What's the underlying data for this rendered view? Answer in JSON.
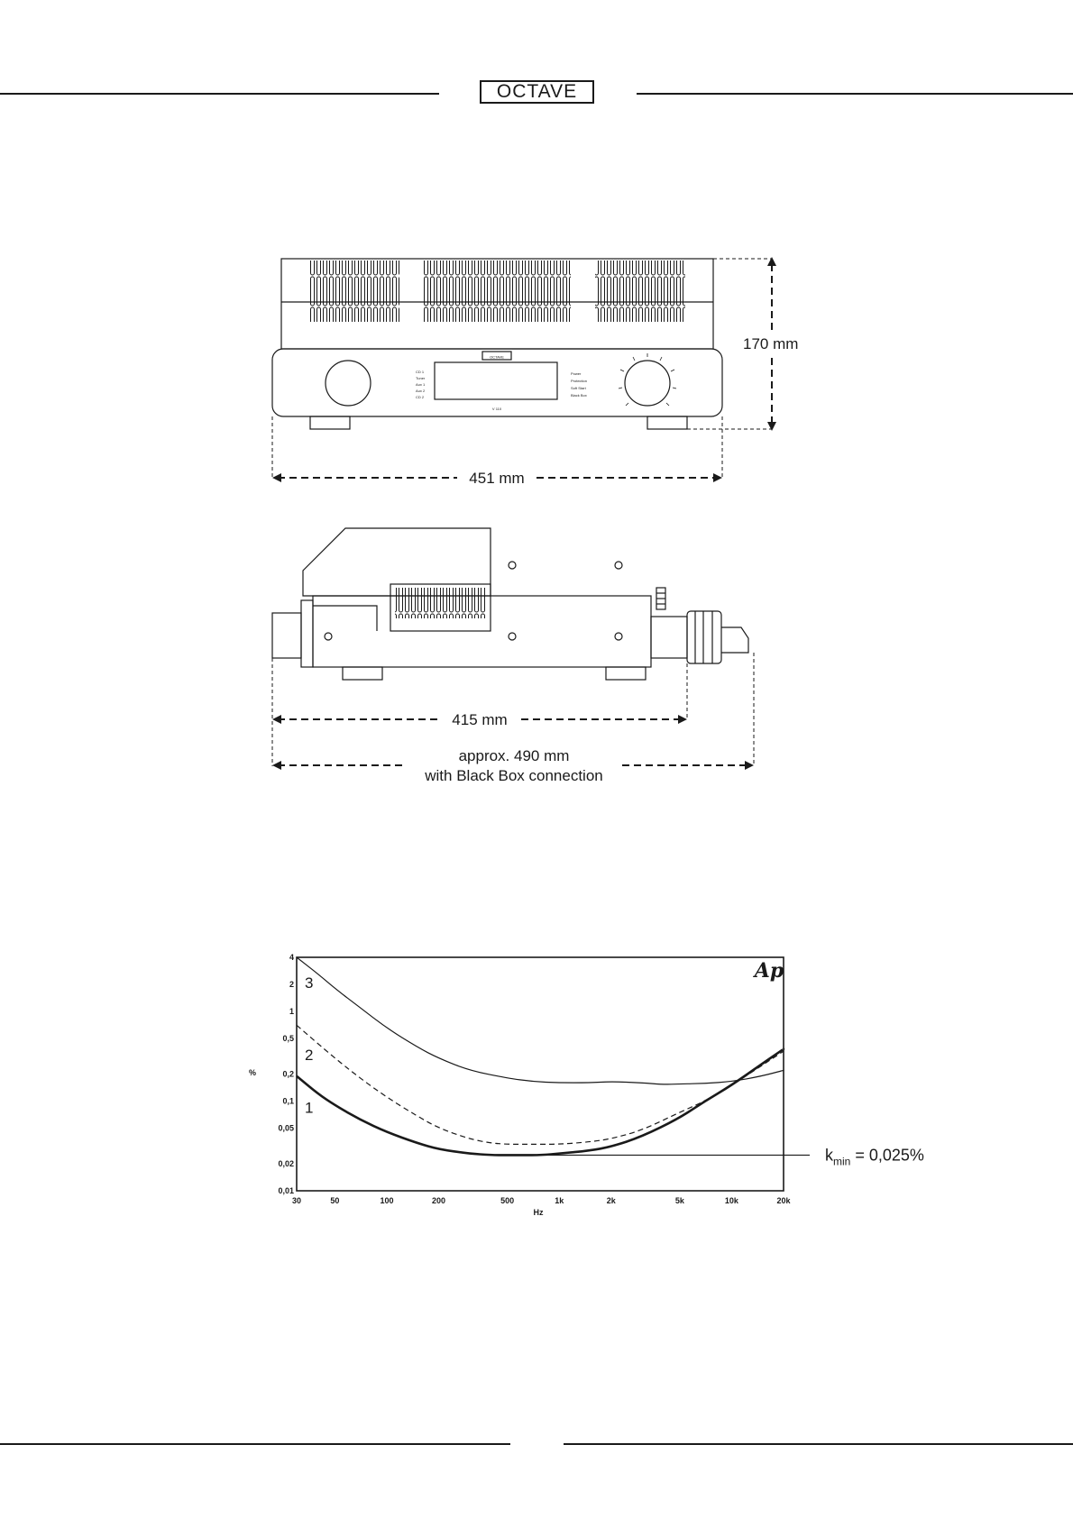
{
  "header": {
    "logo_text": "OCTAVE"
  },
  "drawings": {
    "front_view": {
      "height_label": "170 mm",
      "width_label": "451 mm",
      "panel_logo": "OCTAVE",
      "model_label": "V 110",
      "input_labels": [
        "CD 1",
        "Tuner",
        "Aux 1",
        "Aux 2",
        "CD 2"
      ],
      "status_labels": [
        "Power",
        "Protection",
        "Soft Start",
        "Black Box"
      ]
    },
    "side_view": {
      "depth_label": "415 mm",
      "depth_bb_label_line1": "approx. 490 mm",
      "depth_bb_label_line2": "with Black Box connection"
    }
  },
  "chart_data": {
    "type": "line",
    "xscale": "log",
    "yscale": "log",
    "xlabel": "Hz",
    "ylabel": "%",
    "xlim": [
      30,
      20000
    ],
    "ylim": [
      0.01,
      4
    ],
    "xticks": [
      30,
      50,
      100,
      200,
      500,
      1000,
      2000,
      5000,
      10000,
      20000
    ],
    "xtick_labels": [
      "30",
      "50",
      "100",
      "200",
      "500",
      "1k",
      "2k",
      "5k",
      "10k",
      "20k"
    ],
    "yticks": [
      0.01,
      0.02,
      0.05,
      0.1,
      0.2,
      0.5,
      1,
      2,
      4
    ],
    "ytick_labels": [
      "0,01",
      "0,02",
      "0,05",
      "0,1",
      "0,2",
      "0,5",
      "1",
      "2",
      "4"
    ],
    "brand_mark": "Ap",
    "annotation": {
      "text_main": "k",
      "text_sub": "min",
      "text_value": " = 0,025%",
      "value": 0.025
    },
    "series": [
      {
        "name": "1",
        "style": "thick",
        "x": [
          30,
          40,
          50,
          70,
          100,
          150,
          200,
          300,
          400,
          500,
          600,
          800,
          1000,
          1500,
          2000,
          3000,
          5000,
          7000,
          10000,
          15000,
          20000
        ],
        "y": [
          0.19,
          0.12,
          0.09,
          0.062,
          0.045,
          0.034,
          0.029,
          0.026,
          0.025,
          0.025,
          0.025,
          0.025,
          0.026,
          0.028,
          0.031,
          0.04,
          0.065,
          0.1,
          0.15,
          0.26,
          0.38
        ]
      },
      {
        "name": "2",
        "style": "dashed",
        "x": [
          30,
          50,
          70,
          100,
          150,
          200,
          300,
          400,
          500,
          700,
          1000,
          1500,
          2000,
          3000,
          5000,
          7000,
          10000,
          15000,
          20000
        ],
        "y": [
          0.7,
          0.3,
          0.18,
          0.11,
          0.068,
          0.05,
          0.038,
          0.034,
          0.033,
          0.033,
          0.033,
          0.035,
          0.038,
          0.047,
          0.075,
          0.1,
          0.15,
          0.25,
          0.36
        ]
      },
      {
        "name": "3",
        "style": "thin",
        "x": [
          30,
          40,
          50,
          70,
          100,
          150,
          200,
          300,
          500,
          700,
          1000,
          1500,
          2000,
          3000,
          4000,
          5000,
          7000,
          10000,
          15000,
          20000
        ],
        "y": [
          4,
          2.6,
          1.8,
          1.1,
          0.65,
          0.4,
          0.3,
          0.22,
          0.18,
          0.165,
          0.16,
          0.16,
          0.165,
          0.16,
          0.153,
          0.155,
          0.157,
          0.165,
          0.19,
          0.22
        ]
      }
    ]
  }
}
